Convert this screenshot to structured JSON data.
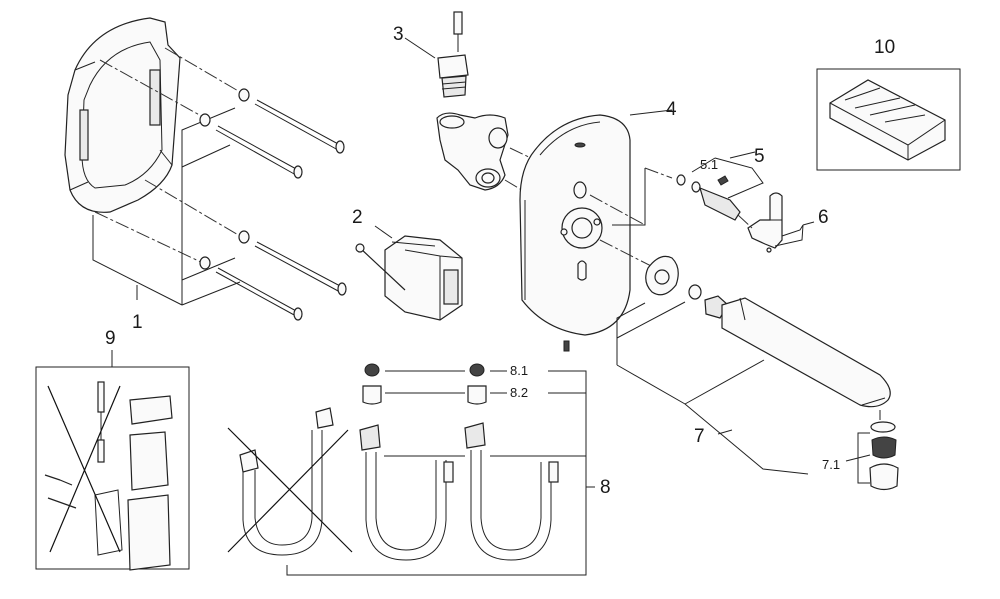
{
  "diagram": {
    "type": "exploded-parts-view",
    "callouts": {
      "part1": "1",
      "part2": "2",
      "part3": "3",
      "part4": "4",
      "part5": "5",
      "part5_1": "5.1",
      "part6": "6",
      "part7": "7",
      "part7_1": "7.1",
      "part8": "8",
      "part8_1": "8.1",
      "part8_2": "8.2",
      "part9": "9",
      "part10": "10"
    },
    "crossed_out": [
      "9",
      "8-left-hose"
    ]
  }
}
